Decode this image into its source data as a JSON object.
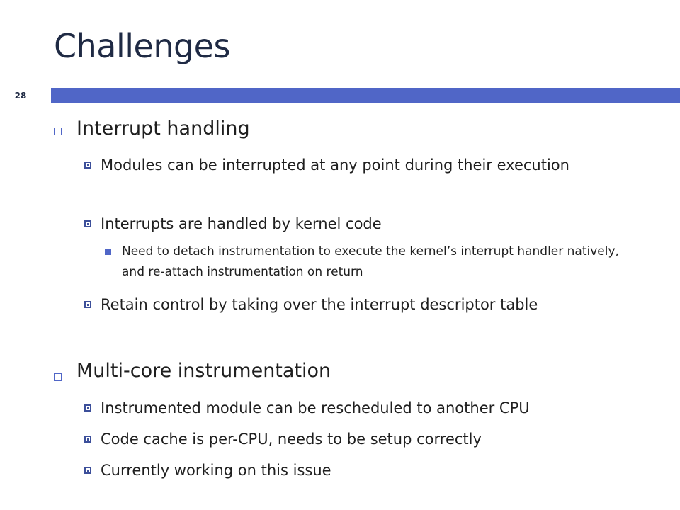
{
  "slide": {
    "title": "Challenges",
    "number": "28",
    "accent_color": "#5066c7"
  },
  "sections": [
    {
      "text": "Interrupt handling",
      "items": [
        {
          "text": "Modules can be interrupted at any point during their execution"
        },
        {
          "text": "Interrupts are handled by kernel code",
          "subitems": [
            "Need to detach instrumentation to execute the kernel’s interrupt handler natively, and re-attach instrumentation on return"
          ]
        },
        {
          "text": "Retain control by taking over the interrupt descriptor table"
        }
      ]
    },
    {
      "text": "Multi-core instrumentation",
      "items": [
        {
          "text": "Instrumented module can be rescheduled to another CPU"
        },
        {
          "text": "Code cache is per-CPU, needs to be setup correctly"
        },
        {
          "text": "Currently working on this issue"
        }
      ]
    }
  ]
}
